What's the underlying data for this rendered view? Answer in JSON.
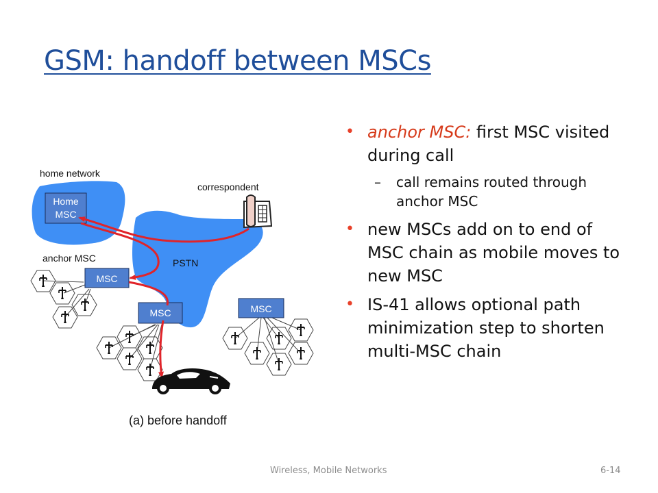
{
  "slide": {
    "title": "GSM: handoff between MSCs",
    "footer_left": "Wireless, Mobile Networks",
    "footer_right": "6-14"
  },
  "bullets": {
    "b1_em": "anchor MSC:",
    "b1_rest": " first MSC visited during call",
    "b1_sub": "call remains routed through anchor MSC",
    "b2": "new MSCs add on to end of MSC chain as mobile moves to new MSC",
    "b3": "IS-41 allows optional path minimization step to shorten multi-MSC chain"
  },
  "diagram": {
    "home_network_label": "home network",
    "home_msc_line1": "Home",
    "home_msc_line2": "MSC",
    "correspondent_label": "correspondent",
    "anchor_msc_label": "anchor MSC",
    "pstn_label": "PSTN",
    "msc1": "MSC",
    "msc2": "MSC",
    "msc3": "MSC",
    "caption": "(a) before handoff"
  },
  "colors": {
    "title": "#1f4e9a",
    "cloud": "#3f8ff5",
    "msc_box": "#4f7fcf",
    "route": "#e0242a",
    "bullet_accent": "#d63a1a"
  },
  "icons": [
    "telephone-icon",
    "antenna-icon",
    "car-icon"
  ]
}
